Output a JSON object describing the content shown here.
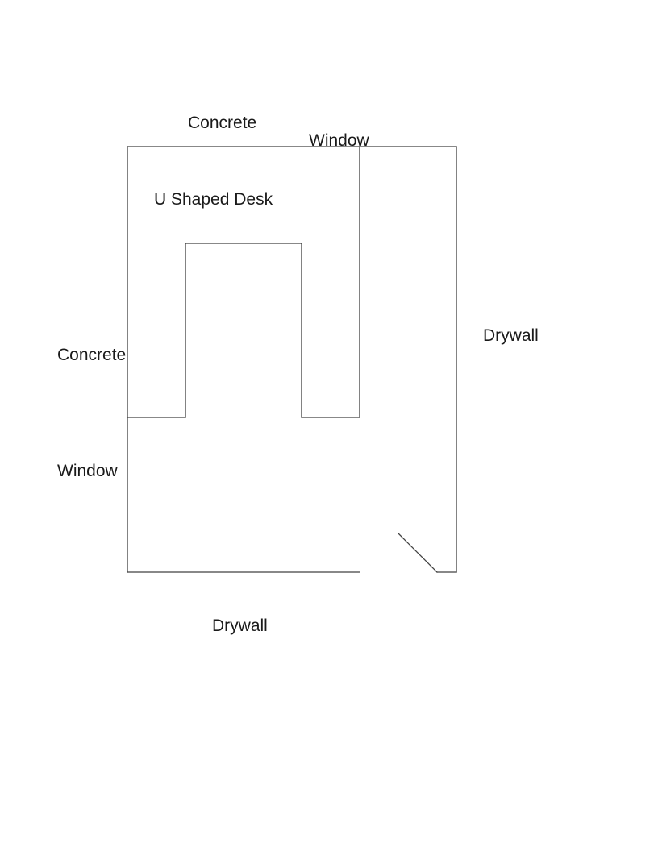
{
  "labels": {
    "top_wall": "Concrete",
    "top_window": "Window",
    "desk": "U Shaped Desk",
    "left_wall": "Concrete",
    "left_window": "Window",
    "right_wall": "Drywall",
    "bottom_wall": "Drywall"
  },
  "colors": {
    "line": "#404040",
    "text": "#1a1a1a",
    "background": "#ffffff"
  }
}
